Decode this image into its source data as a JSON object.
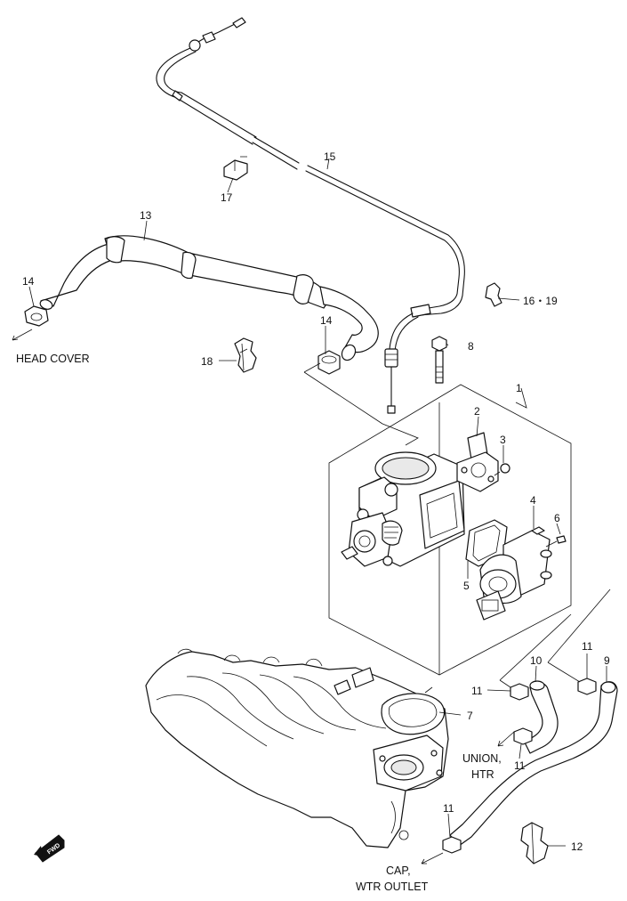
{
  "callouts": {
    "c1": "1",
    "c2": "2",
    "c3": "3",
    "c4": "4",
    "c5": "5",
    "c6": "6",
    "c7": "7",
    "c8": "8",
    "c9": "9",
    "c10": "10",
    "c11a": "11",
    "c11b": "11",
    "c11c": "11",
    "c11d": "11",
    "c12": "12",
    "c13": "13",
    "c14a": "14",
    "c14b": "14",
    "c15": "15",
    "c16": "16・19",
    "c17": "17",
    "c18": "18"
  },
  "notes": {
    "head_cover": "HEAD COVER",
    "union_line1": "UNION,",
    "union_line2": "HTR",
    "cap_line1": "CAP,",
    "cap_line2": "WTR OUTLET",
    "fwd_badge": "FWD"
  }
}
